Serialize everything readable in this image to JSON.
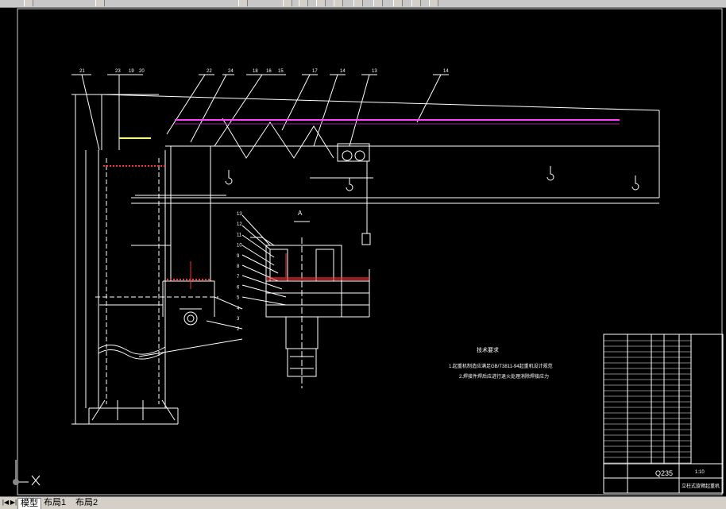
{
  "tabs": [
    {
      "label": "模型",
      "active": true
    },
    {
      "label": "布局1",
      "active": false
    },
    {
      "label": "布局2",
      "active": false
    }
  ],
  "drawing": {
    "balloons_top": [
      "21",
      "23",
      "19",
      "20",
      "22",
      "24",
      "18",
      "16",
      "15",
      "17",
      "14",
      "13",
      "14"
    ],
    "section_labels": [
      "13",
      "12",
      "11",
      "10",
      "9",
      "8",
      "7",
      "6",
      "5",
      "4",
      "3",
      "2"
    ],
    "section_mark": "A",
    "notes_title": "技术要求",
    "note_1": "1.起重机制造应满足GB/T3811-94起重机设计规范",
    "note_2": "2.焊接件焊后应进行退火处理消除焊接应力",
    "material": "Q235",
    "drawing_title": "立柱式旋臂起重机",
    "scale": "1:10"
  },
  "colors": {
    "line": "#ffffff",
    "accent_red": "#ff3030",
    "accent_magenta": "#ff40ff",
    "accent_yellow": "#ffff40"
  }
}
